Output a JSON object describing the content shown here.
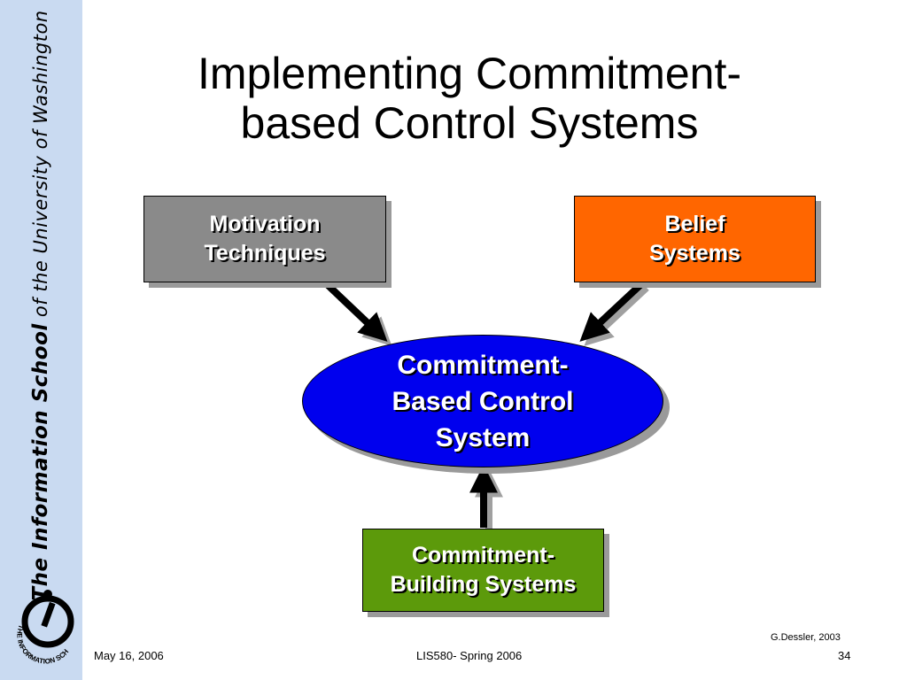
{
  "sidebar": {
    "name_part1": "The Information School",
    "name_part2": " of ",
    "name_part3": "the University of Washington",
    "logo_text": "THE INFORMATION SCHOOL"
  },
  "title": {
    "line1": "Implementing Commitment-",
    "line2": "based Control Systems"
  },
  "diagram": {
    "motivation": {
      "line1": "Motivation",
      "line2": "Techniques"
    },
    "belief": {
      "line1": "Belief",
      "line2": "Systems"
    },
    "center": {
      "line1": "Commitment-",
      "line2": "Based Control",
      "line3": "System"
    },
    "building": {
      "line1": "Commitment-",
      "line2": "Building Systems"
    }
  },
  "colors": {
    "motivation": "#8a8a8a",
    "belief": "#ff6600",
    "center": "#0000ee",
    "building": "#5c9a0b",
    "sidebar": "#c9daf1"
  },
  "footer": {
    "date": "May 16, 2006",
    "course": "LIS580- Spring 2006",
    "page": "34",
    "credit": "G.Dessler, 2003"
  }
}
